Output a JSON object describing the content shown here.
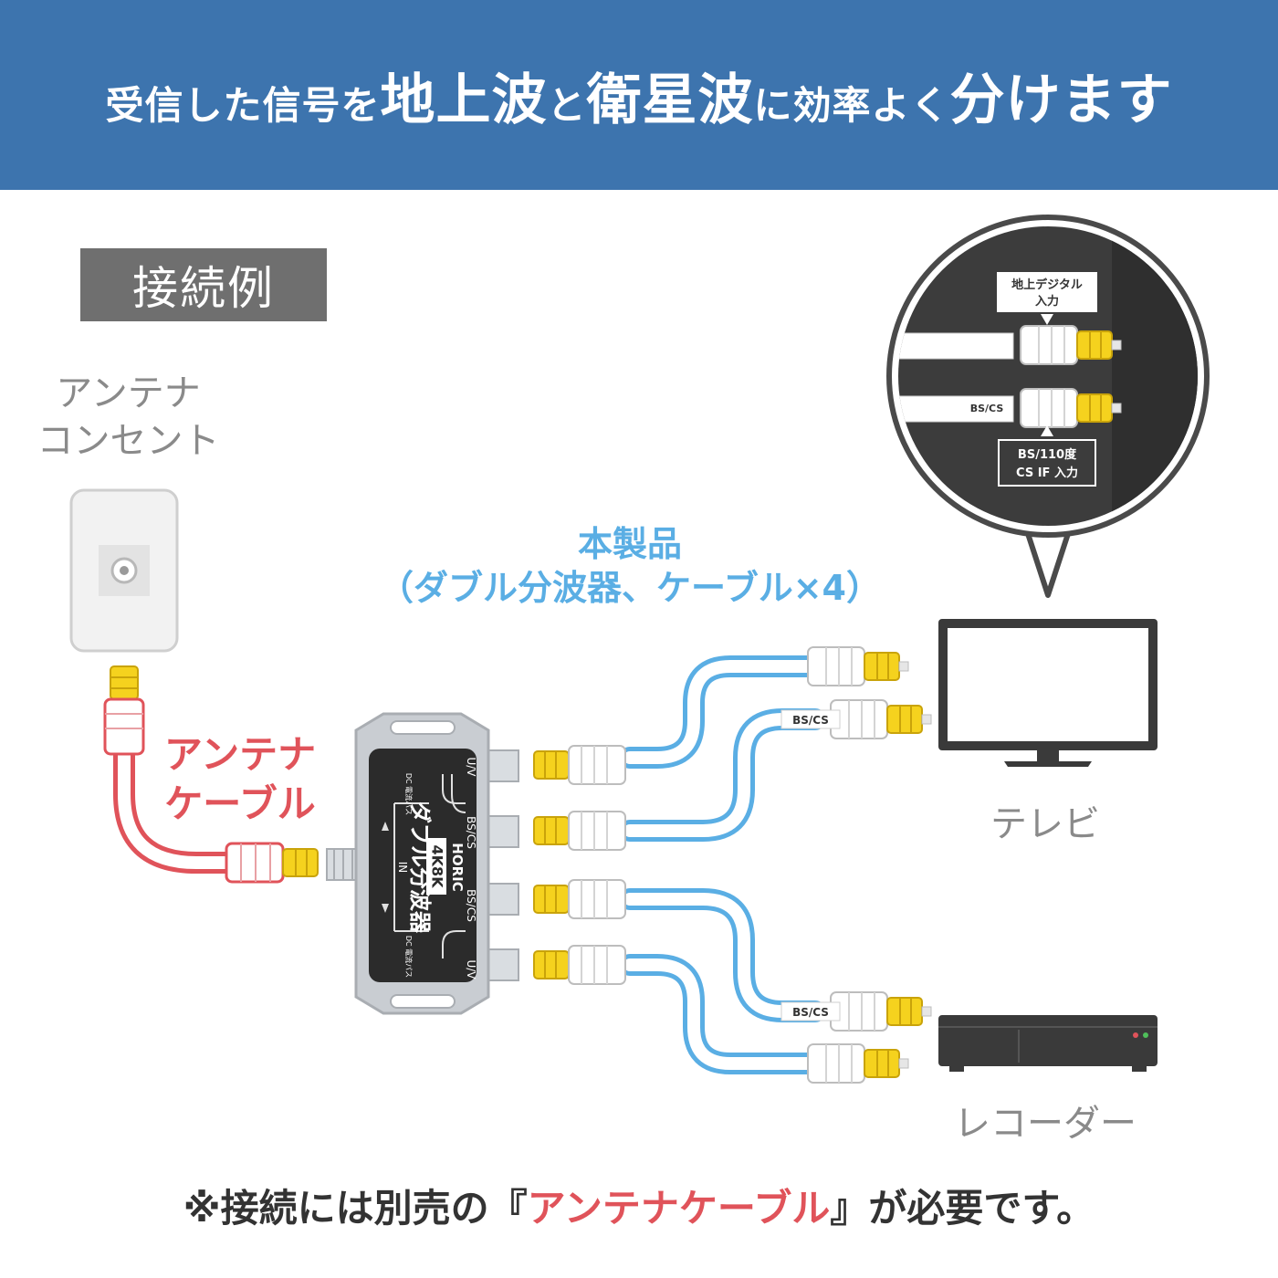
{
  "header": {
    "t1": "受信した信号を",
    "t2": "地上波",
    "t3": "と",
    "t4": "衛星波",
    "t5": "に効率よく",
    "t6": "分けます"
  },
  "example_label": "接続例",
  "antenna_outlet_label": [
    "アンテナ",
    "コンセント"
  ],
  "product_label": [
    "本製品",
    "（ダブル分波器、ケーブル×4）"
  ],
  "antenna_cable_label": [
    "アンテナ",
    "ケーブル"
  ],
  "tv_label": "テレビ",
  "recorder_label": "レコーダー",
  "device": {
    "name": "ダブル分波器",
    "badge": "4K8K",
    "brand": "HORIC",
    "port_in": "IN",
    "port_uv_top": "U/V",
    "port_bscs_top": "BS/CS",
    "port_bscs_bottom": "BS/CS",
    "port_uv_bottom": "U/V",
    "power_note_top": "DC 電流パス",
    "power_note_bottom": "DC 電流パス"
  },
  "cable_tags": {
    "tv_bscs": "BS/CS",
    "recorder_bscs": "BS/CS"
  },
  "callout": {
    "terrestrial_input": [
      "地上デジタル",
      "入力"
    ],
    "bscs_tag": "BS/CS",
    "satellite_input": [
      "BS/110度",
      "CS IF 入力"
    ]
  },
  "footer": {
    "before": "※接続には別売の『",
    "highlight": "アンテナケーブル",
    "after": "』が必要です。"
  },
  "colors": {
    "banner": "#3d74ae",
    "blue_cable": "#5aaee4",
    "red_cable": "#e0535a",
    "connector_yellow": "#f5d21e",
    "device_body": "#c9cdd2",
    "device_panel": "#2b2b2b"
  }
}
